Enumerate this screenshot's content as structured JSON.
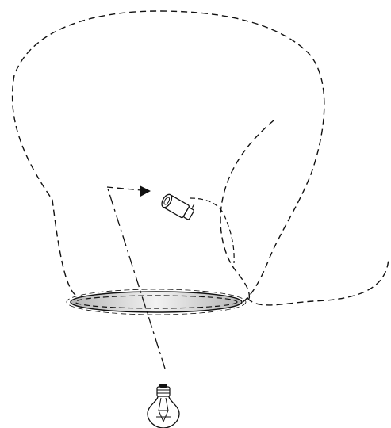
{
  "diagram": {
    "elements": [
      "balloon-envelope-outline",
      "inner-fold-line",
      "trailing-tail-line",
      "mouth-ring",
      "pointer-arrow",
      "small-cap-component",
      "light-bulb-icon"
    ],
    "colors": {
      "stroke": "#111111",
      "ring_fill": "#d9d9d9",
      "background": "#ffffff"
    },
    "line_style": "dashed"
  }
}
